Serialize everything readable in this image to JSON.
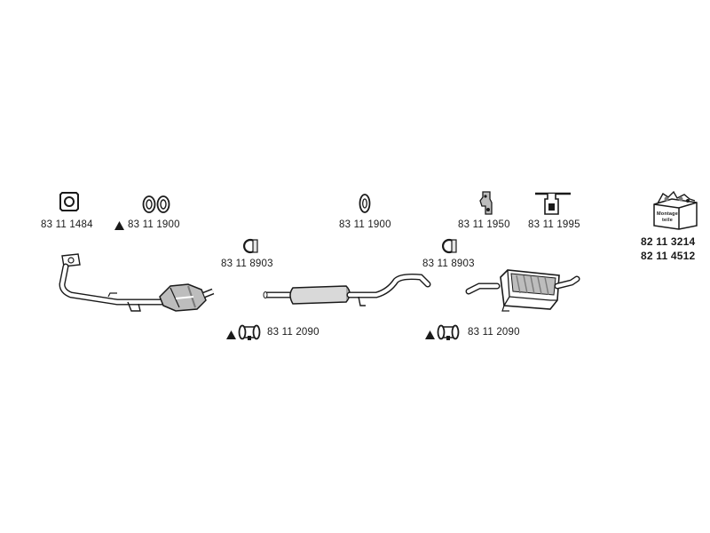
{
  "colors": {
    "ink": "#1a1a1a",
    "fill_light": "#e6e6e6",
    "fill_mid": "#bdbdbd",
    "fill_dark": "#7a7a7a"
  },
  "parts": {
    "gasket_square": "83 11 1484",
    "gasket_double_1": "83 11 1900",
    "clamp_1": "83 11 8903",
    "hanger_ring": "83 11 1900",
    "clamp_2": "83 11 8903",
    "hanger_bracket": "83 11 1950",
    "hanger_rubber": "83 11 1995",
    "clamp_set_1": "83 11 2090",
    "clamp_set_2": "83 11 2090",
    "mount_kit_1": "82 11 3214",
    "mount_kit_2": "82 11 4512"
  },
  "kit_box_text": "Montage teile"
}
